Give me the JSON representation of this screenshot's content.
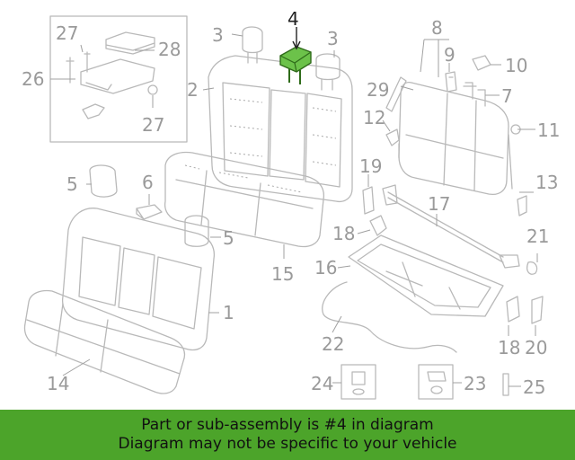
{
  "colors": {
    "banner_background": "#4ca42a",
    "highlight_part": "#6cc24a",
    "line_art": "#b9b9b9",
    "label_text": "#9a9a9a"
  },
  "callouts": {
    "c1": "1",
    "c2": "2",
    "c3a": "3",
    "c3b": "3",
    "c4": "4",
    "c5a": "5",
    "c5b": "5",
    "c6": "6",
    "c7": "7",
    "c8": "8",
    "c9": "9",
    "c10": "10",
    "c11": "11",
    "c12": "12",
    "c13": "13",
    "c14": "14",
    "c15": "15",
    "c16": "16",
    "c17": "17",
    "c18a": "18",
    "c18b": "18",
    "c19": "19",
    "c20": "20",
    "c21": "21",
    "c22": "22",
    "c23": "23",
    "c24": "24",
    "c25": "25",
    "c26": "26",
    "c27a": "27",
    "c27b": "27",
    "c28": "28",
    "c29": "29"
  },
  "highlighted_part": "4",
  "banner": {
    "line1": "Part or sub-assembly is #4 in diagram",
    "line2": "Diagram may not be specific to your vehicle"
  }
}
